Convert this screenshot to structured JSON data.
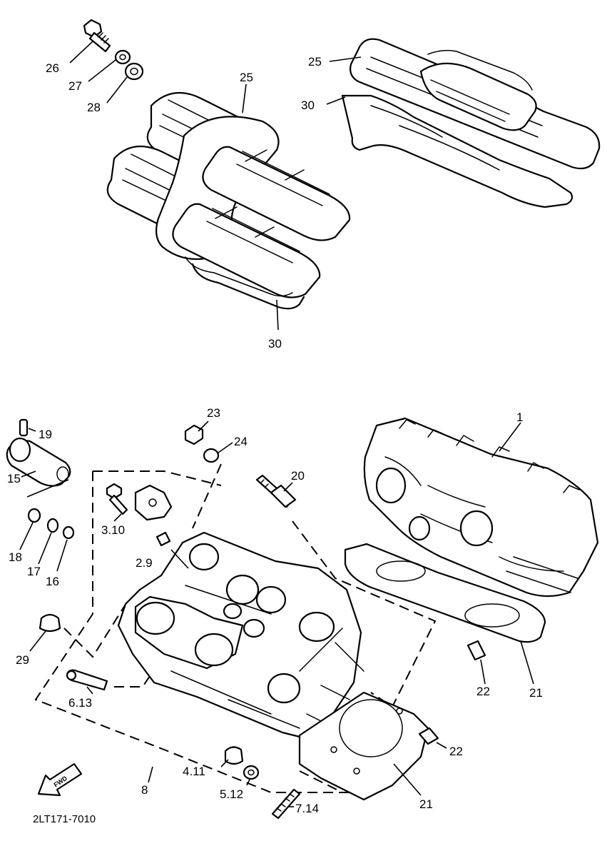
{
  "diagram_code": "2LT171-7010",
  "fwd_label": "FWD",
  "callouts": {
    "c1": "1",
    "c26": "26",
    "c27": "27",
    "c28": "28",
    "c25a": "25",
    "c25b": "25",
    "c30a": "30",
    "c30b": "30",
    "c23": "23",
    "c24": "24",
    "c19": "19",
    "c15": "15",
    "c20": "20",
    "c3_10": "3.10",
    "c2_9": "2.9",
    "c18": "18",
    "c17": "17",
    "c16": "16",
    "c29": "29",
    "c6_13": "6.13",
    "c4_11": "4.11",
    "c5_12": "5.12",
    "c8": "8",
    "c7_14": "7.14",
    "c21a": "21",
    "c21b": "21",
    "c22a": "22",
    "c22b": "22"
  }
}
